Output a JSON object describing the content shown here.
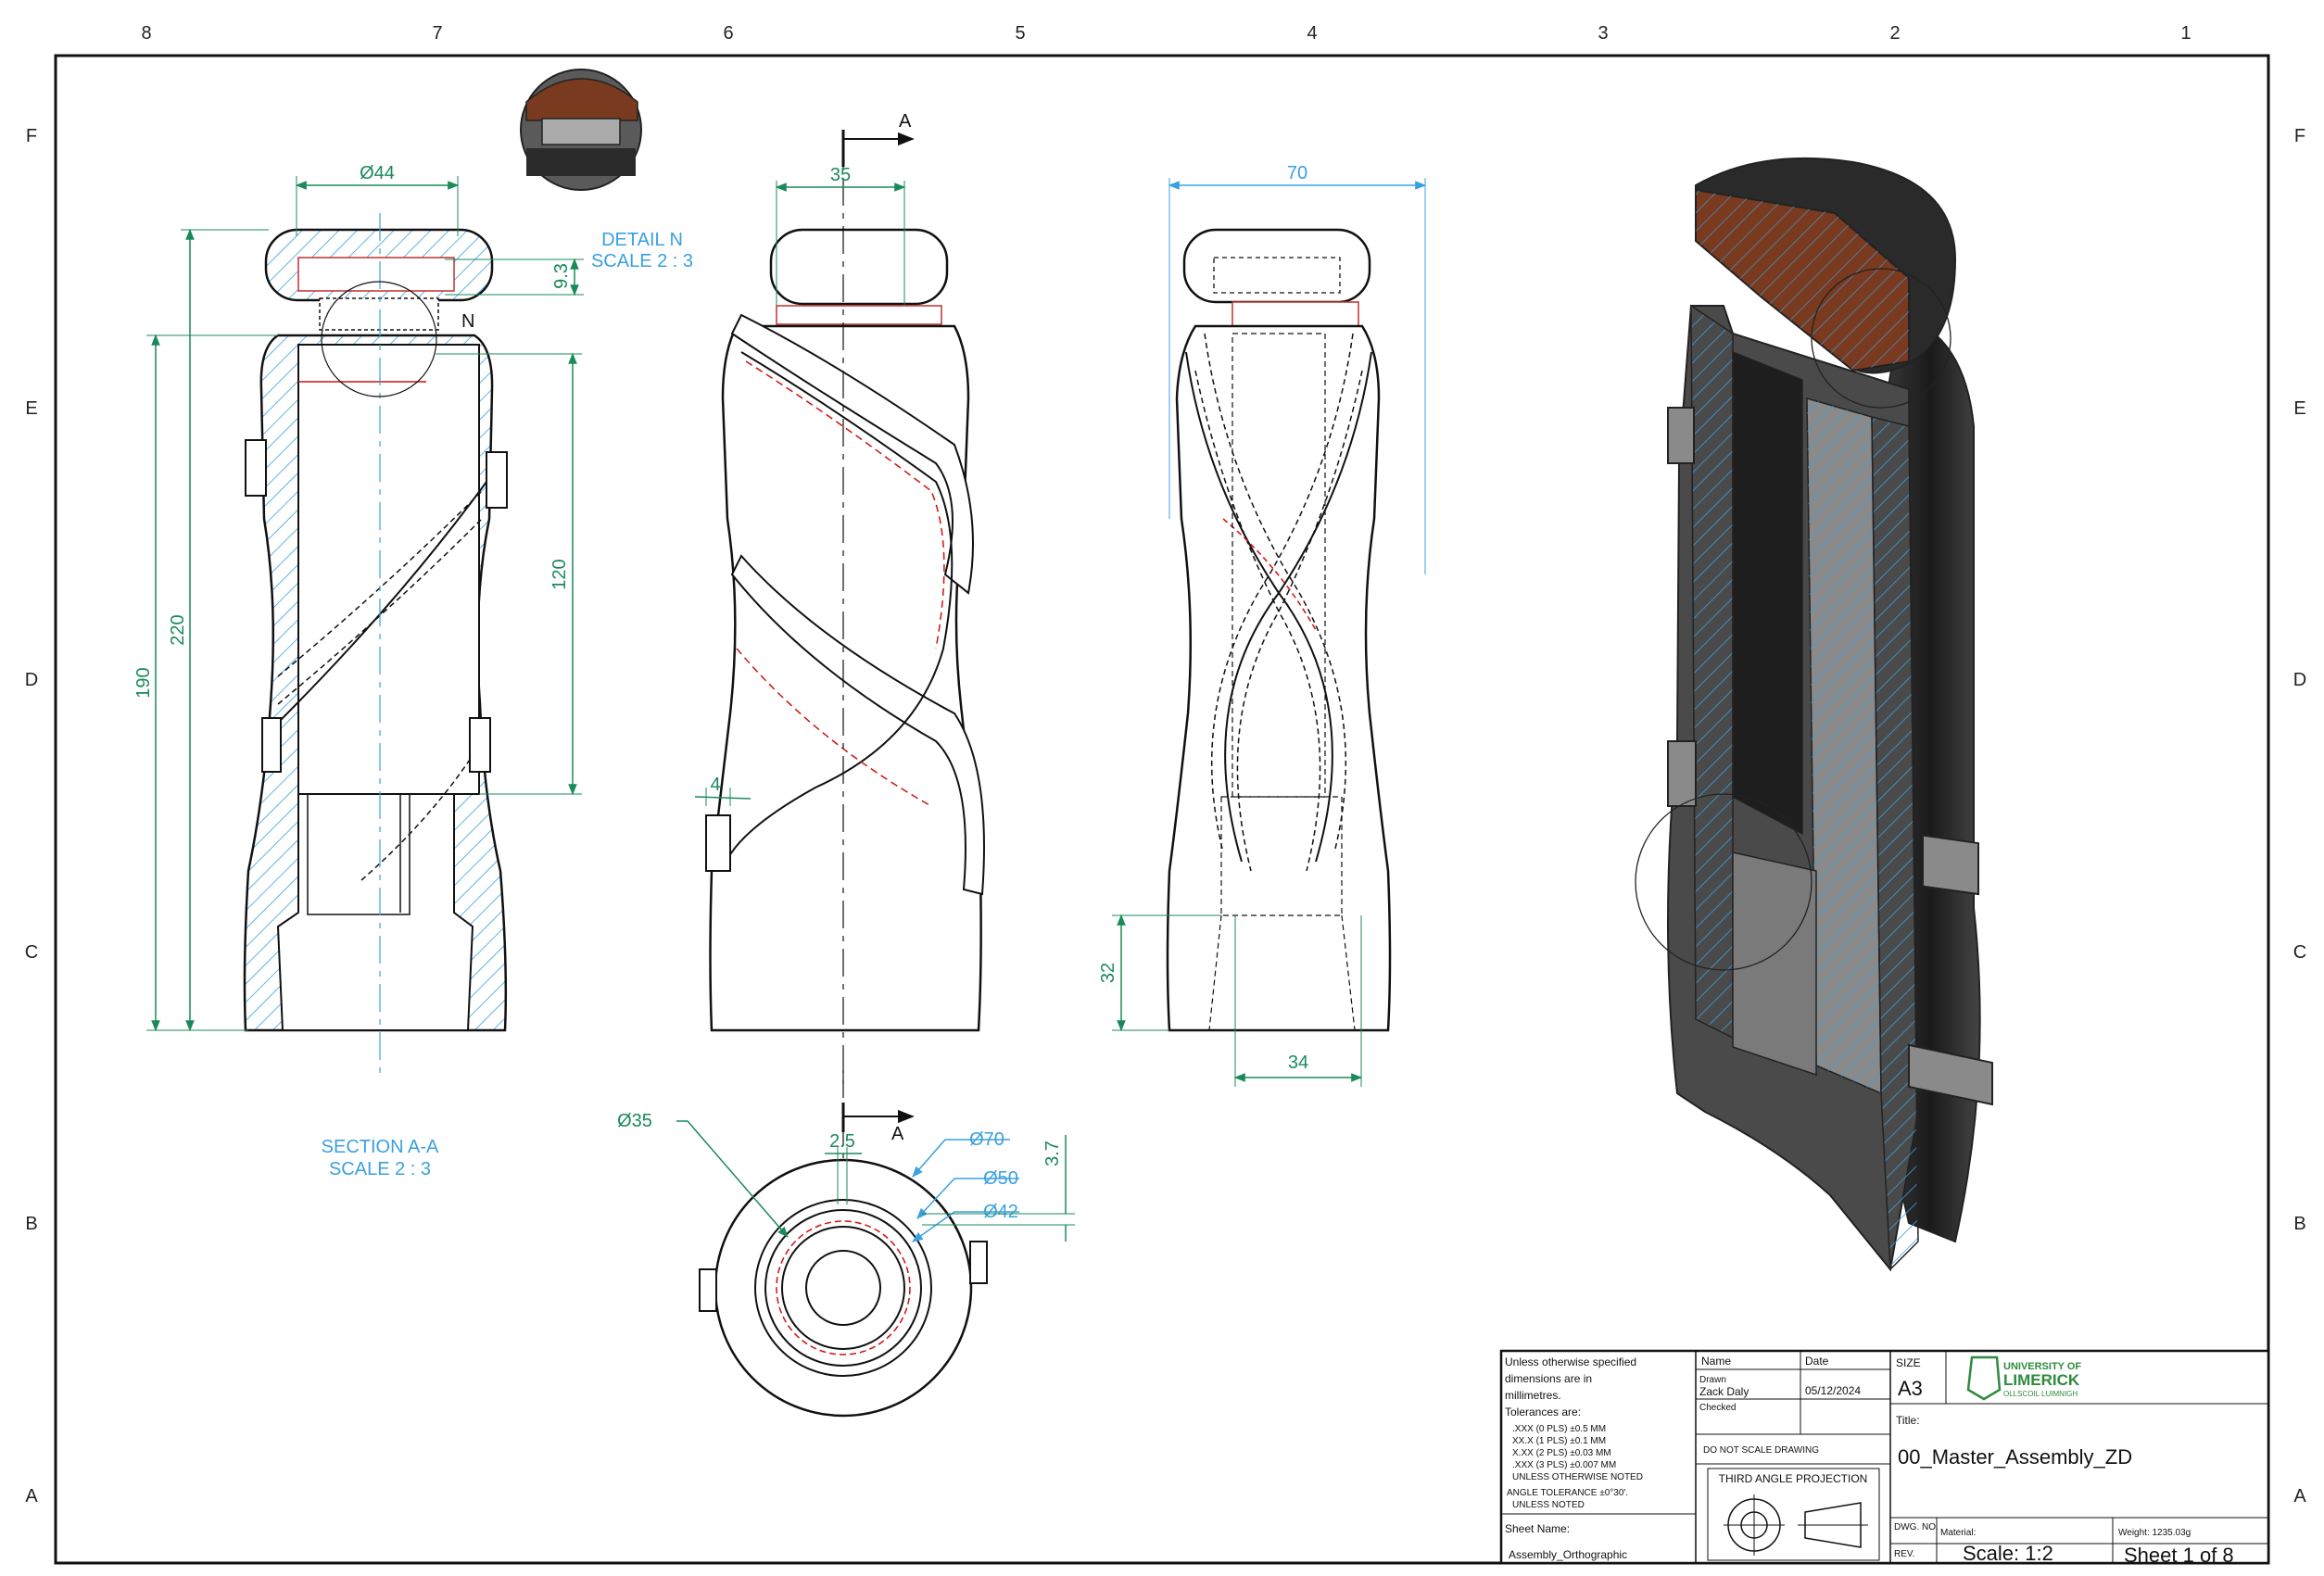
{
  "zones": {
    "columns": [
      "8",
      "7",
      "6",
      "5",
      "4",
      "3",
      "2",
      "1"
    ],
    "rows": [
      "F",
      "E",
      "D",
      "C",
      "B",
      "A"
    ]
  },
  "views": {
    "section": {
      "dia44": "Ø44",
      "dim93": "9.3",
      "dim220": "220",
      "dim190": "190",
      "dim120": "120",
      "detail_marker": "N",
      "label": "SECTION A-A",
      "scale": "SCALE 2 : 3"
    },
    "detail": {
      "label": "DETAIL N",
      "scale": "SCALE 2 : 3"
    },
    "front": {
      "dim35": "35",
      "dim4": "4",
      "cut_letter": "A"
    },
    "side": {
      "dim70": "70",
      "dim32": "32",
      "dim34": "34"
    },
    "bottom": {
      "dia35": "Ø35",
      "dim25": "2.5",
      "dia70": "Ø70",
      "dia50": "Ø50",
      "dia42": "Ø42",
      "dim37": "3.7",
      "cut_letter": "A"
    }
  },
  "title_block": {
    "notes": {
      "line1": "Unless otherwise specified",
      "line2": "dimensions are in",
      "line3": "millimetres.",
      "line4": "Tolerances are:",
      "tol1": ".XXX  (0 PLS)  ±0.5 MM",
      "tol2": "XX.X (1 PLS)  ±0.1 MM",
      "tol3": "X.XX (2 PLS)  ±0.03 MM",
      "tol4": ".XXX (3 PLS)  ±0.007 MM",
      "tol5": "UNLESS OTHERWISE NOTED",
      "angle1": "ANGLE TOLERANCE ±0°30'.",
      "angle2": "UNLESS NOTED"
    },
    "sheet_name_label": "Sheet Name:",
    "sheet_name": "Assembly_Orthographic",
    "name_header": "Name",
    "date_header": "Date",
    "drawn_label": "Drawn",
    "drawn_name": "Zack Daly",
    "drawn_date": "05/12/2024",
    "checked_label": "Checked",
    "do_not_scale": "DO NOT SCALE DRAWING",
    "projection": "THIRD ANGLE PROJECTION",
    "size_label": "SIZE",
    "size": "A3",
    "logo_line1": "UNIVERSITY OF",
    "logo_line2": "LIMERICK",
    "logo_line3": "OLLSCOIL LUIMNIGH",
    "title_label": "Title:",
    "title": "00_Master_Assembly_ZD",
    "dwg_no_label": "DWG. NO.",
    "rev_label": "REV.",
    "material_label": "Material:",
    "weight": "Weight: 1235.03g",
    "scale": "Scale: 1:2",
    "sheet": "Sheet 1 of 8"
  },
  "colors": {
    "dimension": "#1a8a5a",
    "annotation": "#3aa0e0",
    "hatch": "#3aa0e0",
    "hidden_red": "#d01010",
    "line": "#111111",
    "logo": "#2e8b3c"
  }
}
